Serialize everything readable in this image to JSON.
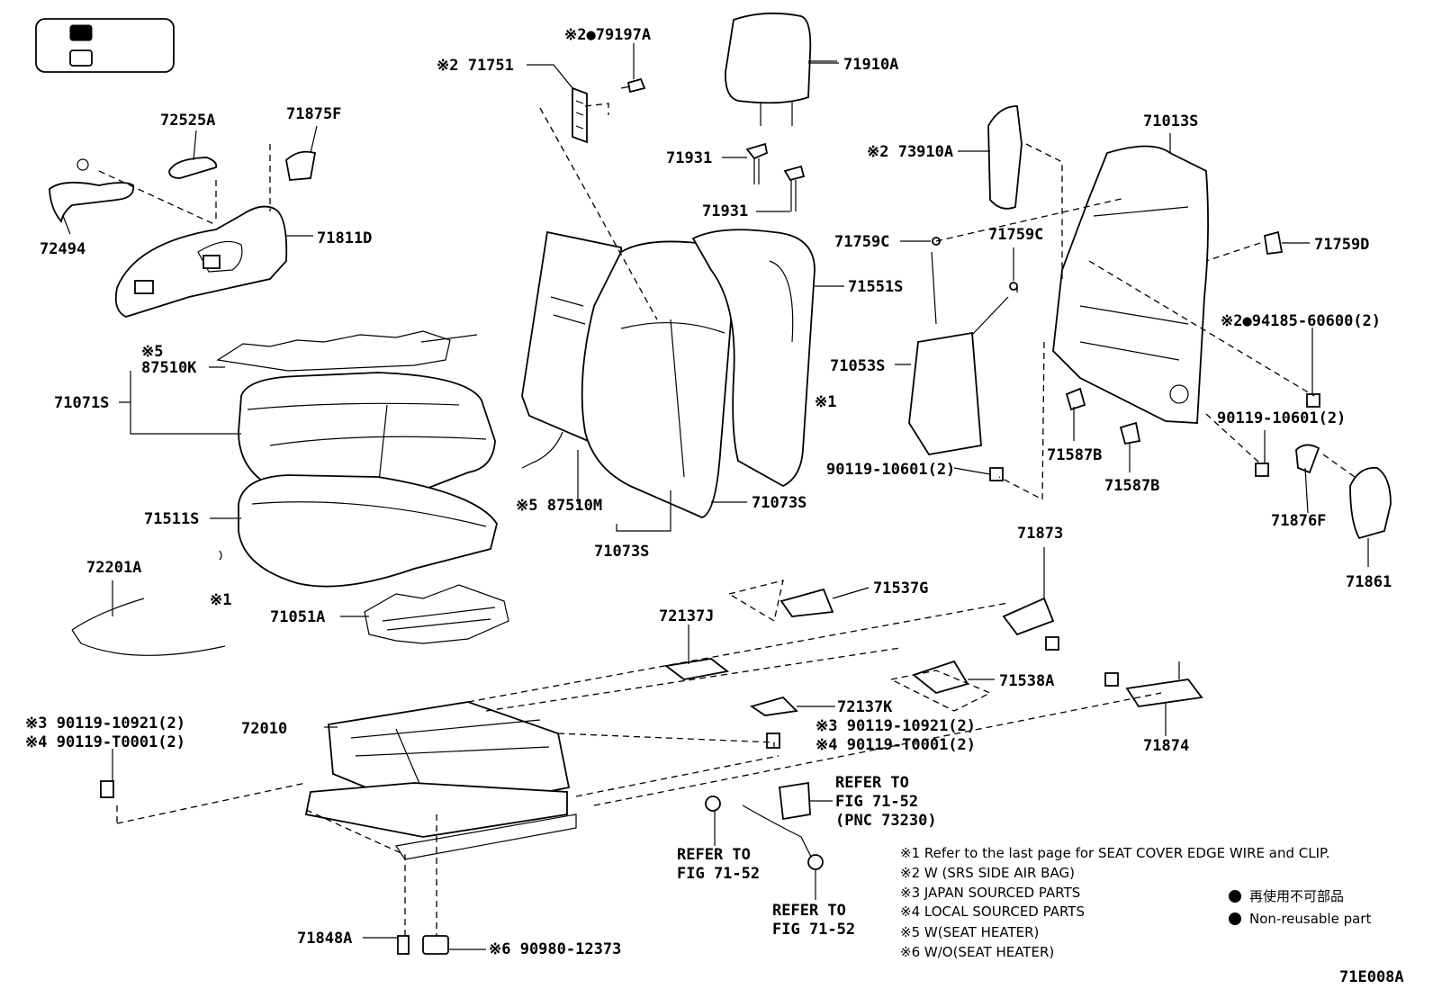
{
  "legend": {
    "filled_key": "",
    "empty_key": ""
  },
  "labels": [
    {
      "id": "p79197A",
      "text": "※2●79197A"
    },
    {
      "id": "p71751",
      "text": "※2 71751"
    },
    {
      "id": "p71910A",
      "text": "71910A"
    },
    {
      "id": "p72525A",
      "text": "72525A"
    },
    {
      "id": "p71875F",
      "text": "71875F"
    },
    {
      "id": "p71931a",
      "text": "71931"
    },
    {
      "id": "p71931b",
      "text": "71931"
    },
    {
      "id": "p73910A",
      "text": "※2 73910A"
    },
    {
      "id": "p71013S",
      "text": "71013S"
    },
    {
      "id": "p72494",
      "text": "72494"
    },
    {
      "id": "p71811D",
      "text": "71811D"
    },
    {
      "id": "p71759Ca",
      "text": "71759C"
    },
    {
      "id": "p71759Cb",
      "text": "71759C"
    },
    {
      "id": "p71759D",
      "text": "71759D"
    },
    {
      "id": "p71551S",
      "text": "71551S"
    },
    {
      "id": "p94185",
      "text": "※2●94185-60600(2)"
    },
    {
      "id": "p87510K",
      "text": "87510K"
    },
    {
      "id": "p87510Kn",
      "text": "※5"
    },
    {
      "id": "p71053S",
      "text": "71053S"
    },
    {
      "id": "p71071S",
      "text": "71071S"
    },
    {
      "id": "pm1a",
      "text": "※1"
    },
    {
      "id": "p90119a",
      "text": "90119-10601(2)"
    },
    {
      "id": "p90119b",
      "text": "90119-10601(2)"
    },
    {
      "id": "p71587Ba",
      "text": "71587B"
    },
    {
      "id": "p71587Bb",
      "text": "71587B"
    },
    {
      "id": "p87510M",
      "text": "※5 87510M"
    },
    {
      "id": "p71073Sa",
      "text": "71073S"
    },
    {
      "id": "p71073Sb",
      "text": "71073S"
    },
    {
      "id": "p71511S",
      "text": "71511S"
    },
    {
      "id": "p71876F",
      "text": "71876F"
    },
    {
      "id": "p71861",
      "text": "71861"
    },
    {
      "id": "p72201A",
      "text": "72201A"
    },
    {
      "id": "pm1b",
      "text": "※1"
    },
    {
      "id": "p71873",
      "text": "71873"
    },
    {
      "id": "p71537G",
      "text": "71537G"
    },
    {
      "id": "p72137J",
      "text": "72137J"
    },
    {
      "id": "p71051A",
      "text": "71051A"
    },
    {
      "id": "p71538A",
      "text": "71538A"
    },
    {
      "id": "p72137K",
      "text": "72137K"
    },
    {
      "id": "p90119c",
      "text": "※3 90119-10921(2)"
    },
    {
      "id": "p90119d",
      "text": "※4 90119-T0001(2)"
    },
    {
      "id": "p90119e",
      "text": "※3 90119-10921(2)"
    },
    {
      "id": "p90119f",
      "text": "※4 90119-T0001(2)"
    },
    {
      "id": "p72010",
      "text": "72010"
    },
    {
      "id": "p71874",
      "text": "71874"
    },
    {
      "id": "pref1a",
      "text": "REFER TO"
    },
    {
      "id": "pref1b",
      "text": "FIG 71-52"
    },
    {
      "id": "pref1c",
      "text": "(PNC 73230)"
    },
    {
      "id": "pref2a",
      "text": "REFER TO"
    },
    {
      "id": "pref2b",
      "text": "FIG 71-52"
    },
    {
      "id": "pref3a",
      "text": "REFER TO"
    },
    {
      "id": "pref3b",
      "text": "FIG 71-52"
    },
    {
      "id": "p71848A",
      "text": "71848A"
    },
    {
      "id": "p90980",
      "text": "※6 90980-12373"
    },
    {
      "id": "pcode",
      "text": "71E008A"
    }
  ],
  "notes": [
    "※1  Refer to the last page for SEAT COVER EDGE WIRE and CLIP.",
    "※2  W (SRS SIDE AIR BAG)",
    "※3  JAPAN SOURCED PARTS",
    "※4  LOCAL SOURCED PARTS",
    "※5  W(SEAT HEATER)",
    "※6  W/O(SEAT HEATER)"
  ],
  "key": {
    "jp": "再使用不可部品",
    "en": "Non-reusable part"
  }
}
